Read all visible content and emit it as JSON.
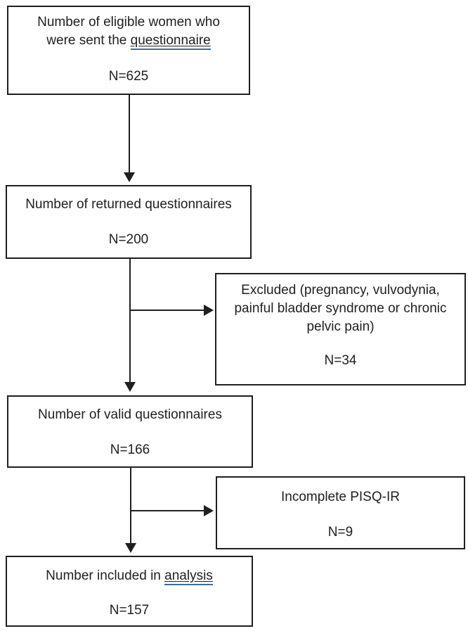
{
  "diagram": {
    "type": "study-flowchart",
    "boxes": {
      "eligible": {
        "line1": "Number of eligible women who",
        "line2_prefix": "were sent the ",
        "line2_underlined": "questionnaire",
        "count": "N=625"
      },
      "returned": {
        "title": "Number of returned questionnaires",
        "count": "N=200"
      },
      "excluded": {
        "title": "Excluded (pregnancy, vulvodynia, painful bladder syndrome or chronic pelvic pain)",
        "count": "N=34"
      },
      "valid": {
        "title": "Number of valid questionnaires",
        "count": "N=166"
      },
      "incomplete": {
        "title": "Incomplete PISQ-IR",
        "count": "N=9"
      },
      "analysis": {
        "title_prefix": "Number included in ",
        "title_underlined": "analysis",
        "count": "N=157"
      }
    },
    "colors": {
      "border": "#1f1f1f",
      "text": "#1f1f1f",
      "underline_accent": "#3c6aa6",
      "background": "#ffffff"
    }
  }
}
